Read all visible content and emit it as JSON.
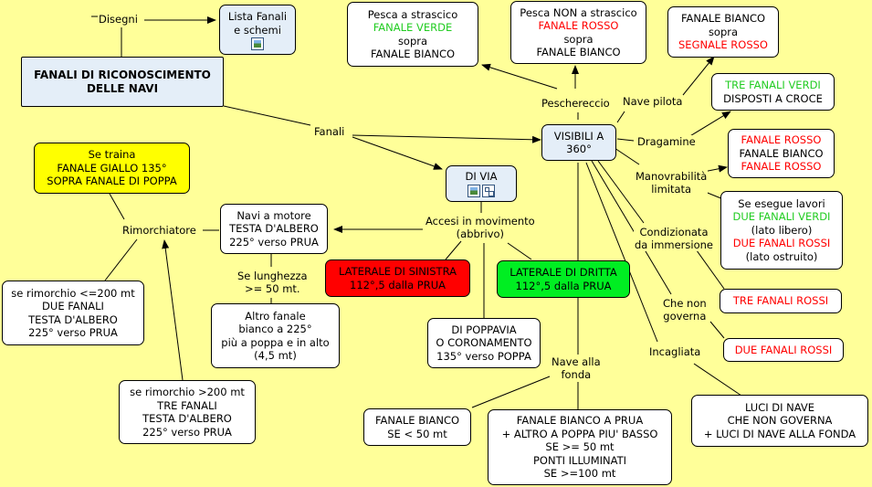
{
  "root": {
    "lines": [
      "FANALI DI RICONOSCIMENTO",
      "DELLE NAVI"
    ]
  },
  "lista": {
    "lines": [
      "Lista Fanali",
      "e schemi"
    ],
    "icon": "image-icon"
  },
  "divia": {
    "lines": [
      "DI VIA"
    ],
    "icons": [
      "image-icon",
      "concept-map-icon"
    ]
  },
  "visibili": {
    "lines": [
      "VISIBILI A",
      "360°"
    ]
  },
  "pesca_strascico": {
    "lines": [
      {
        "t": "Pesca a strascico",
        "c": ""
      },
      {
        "t": "FANALE VERDE",
        "c": "green"
      },
      {
        "t": "sopra",
        "c": ""
      },
      {
        "t": "FANALE BIANCO",
        "c": ""
      }
    ]
  },
  "pesca_non": {
    "lines": [
      {
        "t": "Pesca NON a strascico",
        "c": ""
      },
      {
        "t": "FANALE ROSSO",
        "c": "red"
      },
      {
        "t": "sopra",
        "c": ""
      },
      {
        "t": "FANALE BIANCO",
        "c": ""
      }
    ]
  },
  "nave_pilota": {
    "lines": [
      {
        "t": "FANALE BIANCO",
        "c": ""
      },
      {
        "t": "sopra",
        "c": ""
      },
      {
        "t": "SEGNALE ROSSO",
        "c": "red"
      }
    ]
  },
  "dragamine": {
    "lines": [
      {
        "t": "TRE FANALI VERDI",
        "c": "green"
      },
      {
        "t": "DISPOSTI A CROCE",
        "c": ""
      }
    ]
  },
  "manovrabilita": {
    "lines": [
      {
        "t": "FANALE ROSSO",
        "c": "red"
      },
      {
        "t": "FANALE BIANCO",
        "c": ""
      },
      {
        "t": "FANALE ROSSO",
        "c": "red"
      }
    ]
  },
  "lavori": {
    "lines": [
      {
        "t": "Se esegue lavori",
        "c": ""
      },
      {
        "t": "DUE FANALI VERDI",
        "c": "green"
      },
      {
        "t": "(lato libero)",
        "c": ""
      },
      {
        "t": "DUE FANALI ROSSI",
        "c": "red"
      },
      {
        "t": "(lato ostruito)",
        "c": ""
      }
    ]
  },
  "tre_rossi": {
    "lines": [
      {
        "t": "TRE FANALI ROSSI",
        "c": "red"
      }
    ]
  },
  "due_rossi": {
    "lines": [
      {
        "t": "DUE FANALI ROSSI",
        "c": "red"
      }
    ]
  },
  "luci_nave": {
    "lines": [
      "LUCI DI NAVE",
      "CHE NON GOVERNA",
      "+ LUCI DI NAVE ALLA FONDA"
    ]
  },
  "traina": {
    "lines": [
      "Se traina",
      "FANALE GIALLO 135°",
      "SOPRA FANALE DI POPPA"
    ]
  },
  "navi_motore": {
    "lines": [
      "Navi a motore",
      "TESTA D'ALBERO",
      "225° verso PRUA"
    ]
  },
  "rim_200": {
    "lines": [
      "se rimorchio <=200 mt",
      "DUE FANALI",
      "TESTA D'ALBERO",
      "225° verso PRUA"
    ]
  },
  "rim_over": {
    "lines": [
      "se rimorchio >200 mt",
      "TRE FANALI",
      "TESTA D'ALBERO",
      "225° verso PRUA"
    ]
  },
  "altro_fanale": {
    "lines": [
      "Altro fanale",
      "bianco a 225°",
      "più a poppa e in alto",
      "(4,5 mt)"
    ]
  },
  "lat_sx": {
    "lines": [
      "LATERALE DI SINISTRA",
      "112°,5 dalla PRUA"
    ]
  },
  "lat_dx": {
    "lines": [
      "LATERALE DI DRITTA",
      "112°,5 dalla PRUA"
    ]
  },
  "poppavia": {
    "lines": [
      "DI POPPAVIA",
      "O CORONAMENTO",
      "135° verso POPPA"
    ]
  },
  "fonda_small": {
    "lines": [
      "FANALE BIANCO",
      "SE < 50 mt"
    ]
  },
  "fonda_big": {
    "lines": [
      "FANALE BIANCO A PRUA",
      "+ ALTRO A POPPA PIU' BASSO",
      "SE >= 50 mt",
      "PONTI ILLUMINATI",
      "SE >=100 mt"
    ]
  },
  "labels": {
    "disegni": [
      "Disegni"
    ],
    "fanali": [
      "Fanali"
    ],
    "peschereccio": [
      "Peschereccio"
    ],
    "nave_pilota": [
      "Nave pilota"
    ],
    "dragamine": [
      "Dragamine"
    ],
    "manovrabilita": [
      "Manovrabilità",
      "limitata"
    ],
    "condizionata": [
      "Condizionata",
      "da immersione"
    ],
    "che_non": [
      "Che non",
      "governa"
    ],
    "incagliata": [
      "Incagliata"
    ],
    "accesi": [
      "Accesi in movimento",
      "(abbrivo)"
    ],
    "rimorchiatore": [
      "Rimorchiatore"
    ],
    "lunghezza": [
      "Se lunghezza",
      ">= 50 mt."
    ],
    "nave_fonda": [
      "Nave alla",
      "fonda"
    ]
  },
  "colors": {
    "background": "#ffff99",
    "node_blue": "#e4eef8",
    "node_yellow": "#ffff00",
    "node_red": "#ff0000",
    "node_green": "#00ee22",
    "text_red": "#ff0000",
    "text_green": "#22cc22"
  }
}
